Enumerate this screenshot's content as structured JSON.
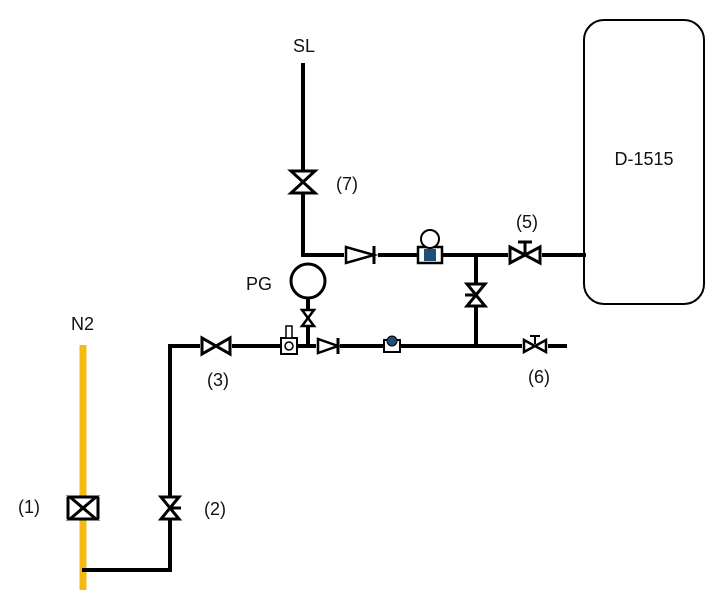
{
  "labels": {
    "sl": "SL",
    "n2": "N2",
    "pg": "PG",
    "vessel": "D-1515",
    "v1": "(1)",
    "v2": "(2)",
    "v3": "(3)",
    "v5": "(5)",
    "v6": "(6)",
    "v7": "(7)"
  },
  "colors": {
    "n2_line": "#F5B914",
    "pipe": "#000000",
    "instrument_fill": "#1F4E79"
  }
}
